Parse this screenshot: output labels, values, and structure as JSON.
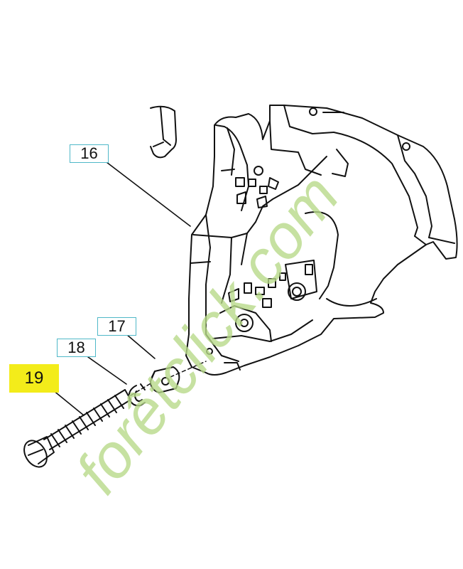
{
  "callouts": {
    "c16": "16",
    "c17": "17",
    "c18": "18",
    "c19": "19"
  },
  "watermark": {
    "text": "forêtclick.com",
    "color": "#b8d98a"
  },
  "colors": {
    "line": "#111111",
    "callout_border": "#4fb8c8",
    "highlight": "#f3ec1a"
  }
}
